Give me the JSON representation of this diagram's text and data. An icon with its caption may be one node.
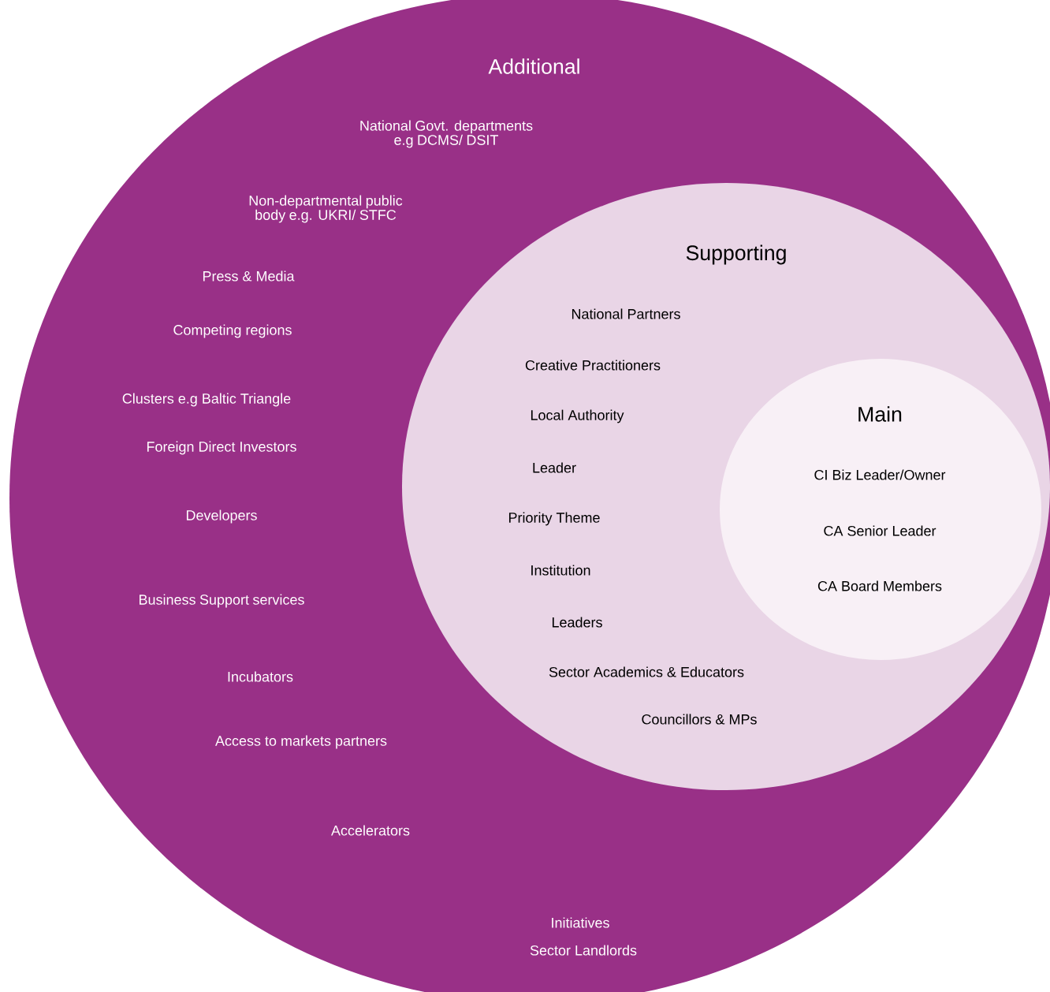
{
  "diagram": {
    "nodes": [
      {
        "text": [
          "Additional",
          "National Govt. departments e.g DCMS/ DSIT",
          "Non-departmental public body e.g. UKRI/ STFC",
          "Press & Media",
          "Competing regions",
          "Clusters e.g Baltic Triangle",
          "Foreign Direct Investors",
          "Developers",
          "Business Support services",
          "Incubators",
          "Access to markets partners",
          "Accelerators",
          "Initiatives",
          "Sector Landlords"
        ]
      },
      {
        "text": [
          "Supporting",
          "National Partners",
          "Creative Practitioners",
          "Local Authority",
          "Leader",
          "Priority Theme",
          "Institution",
          "Leaders",
          "Sector Academics & Educators",
          "Councillors & MPs"
        ],
        "in": 0
      },
      {
        "text": [
          "Main",
          "CI Biz Leader/Owner",
          "CA Senior Leader",
          "CA Board Members"
        ],
        "in": 1
      }
    ]
  }
}
